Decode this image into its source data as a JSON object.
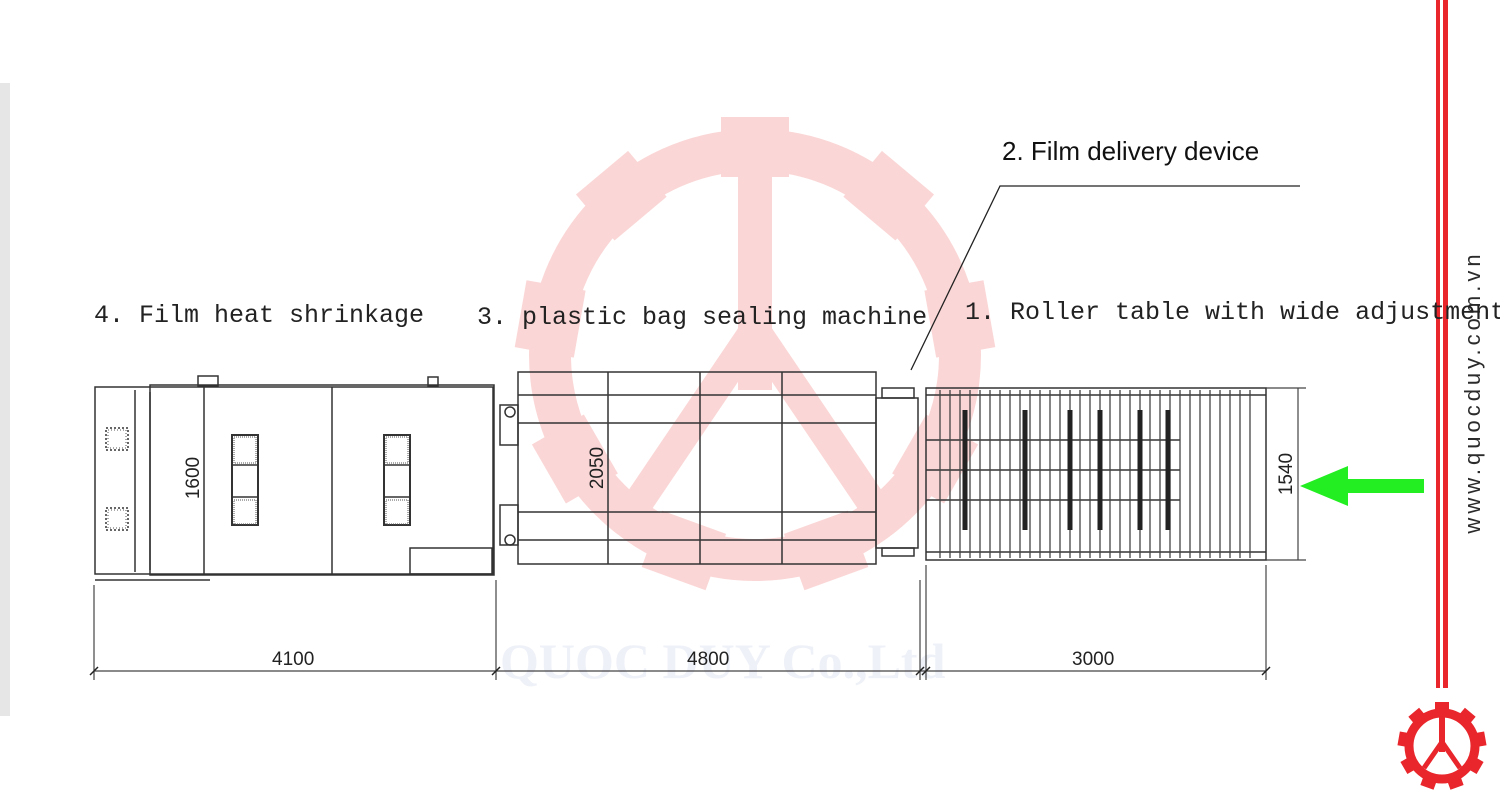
{
  "labels": {
    "roller_table": "1. Roller table with wide adjustment",
    "film_delivery": "2. Film delivery device",
    "sealing_machine": "3. plastic bag sealing machine",
    "heat_shrinkage": "4. Film heat shrinkage"
  },
  "dimensions": {
    "shrink_length": "4100",
    "sealer_length": "4800",
    "roller_length": "3000",
    "shrink_width": "1600",
    "sealer_width": "2050",
    "roller_width": "1540"
  },
  "watermark": {
    "text": "QUOC DUY Co.,Ltd"
  },
  "branding": {
    "website": "www.quocduy.com.vn"
  },
  "colors": {
    "accent_red": "#e8262b",
    "arrow_green": "#22ee22",
    "watermark_red": "#fbd6d6",
    "drawing_line": "#333333"
  }
}
